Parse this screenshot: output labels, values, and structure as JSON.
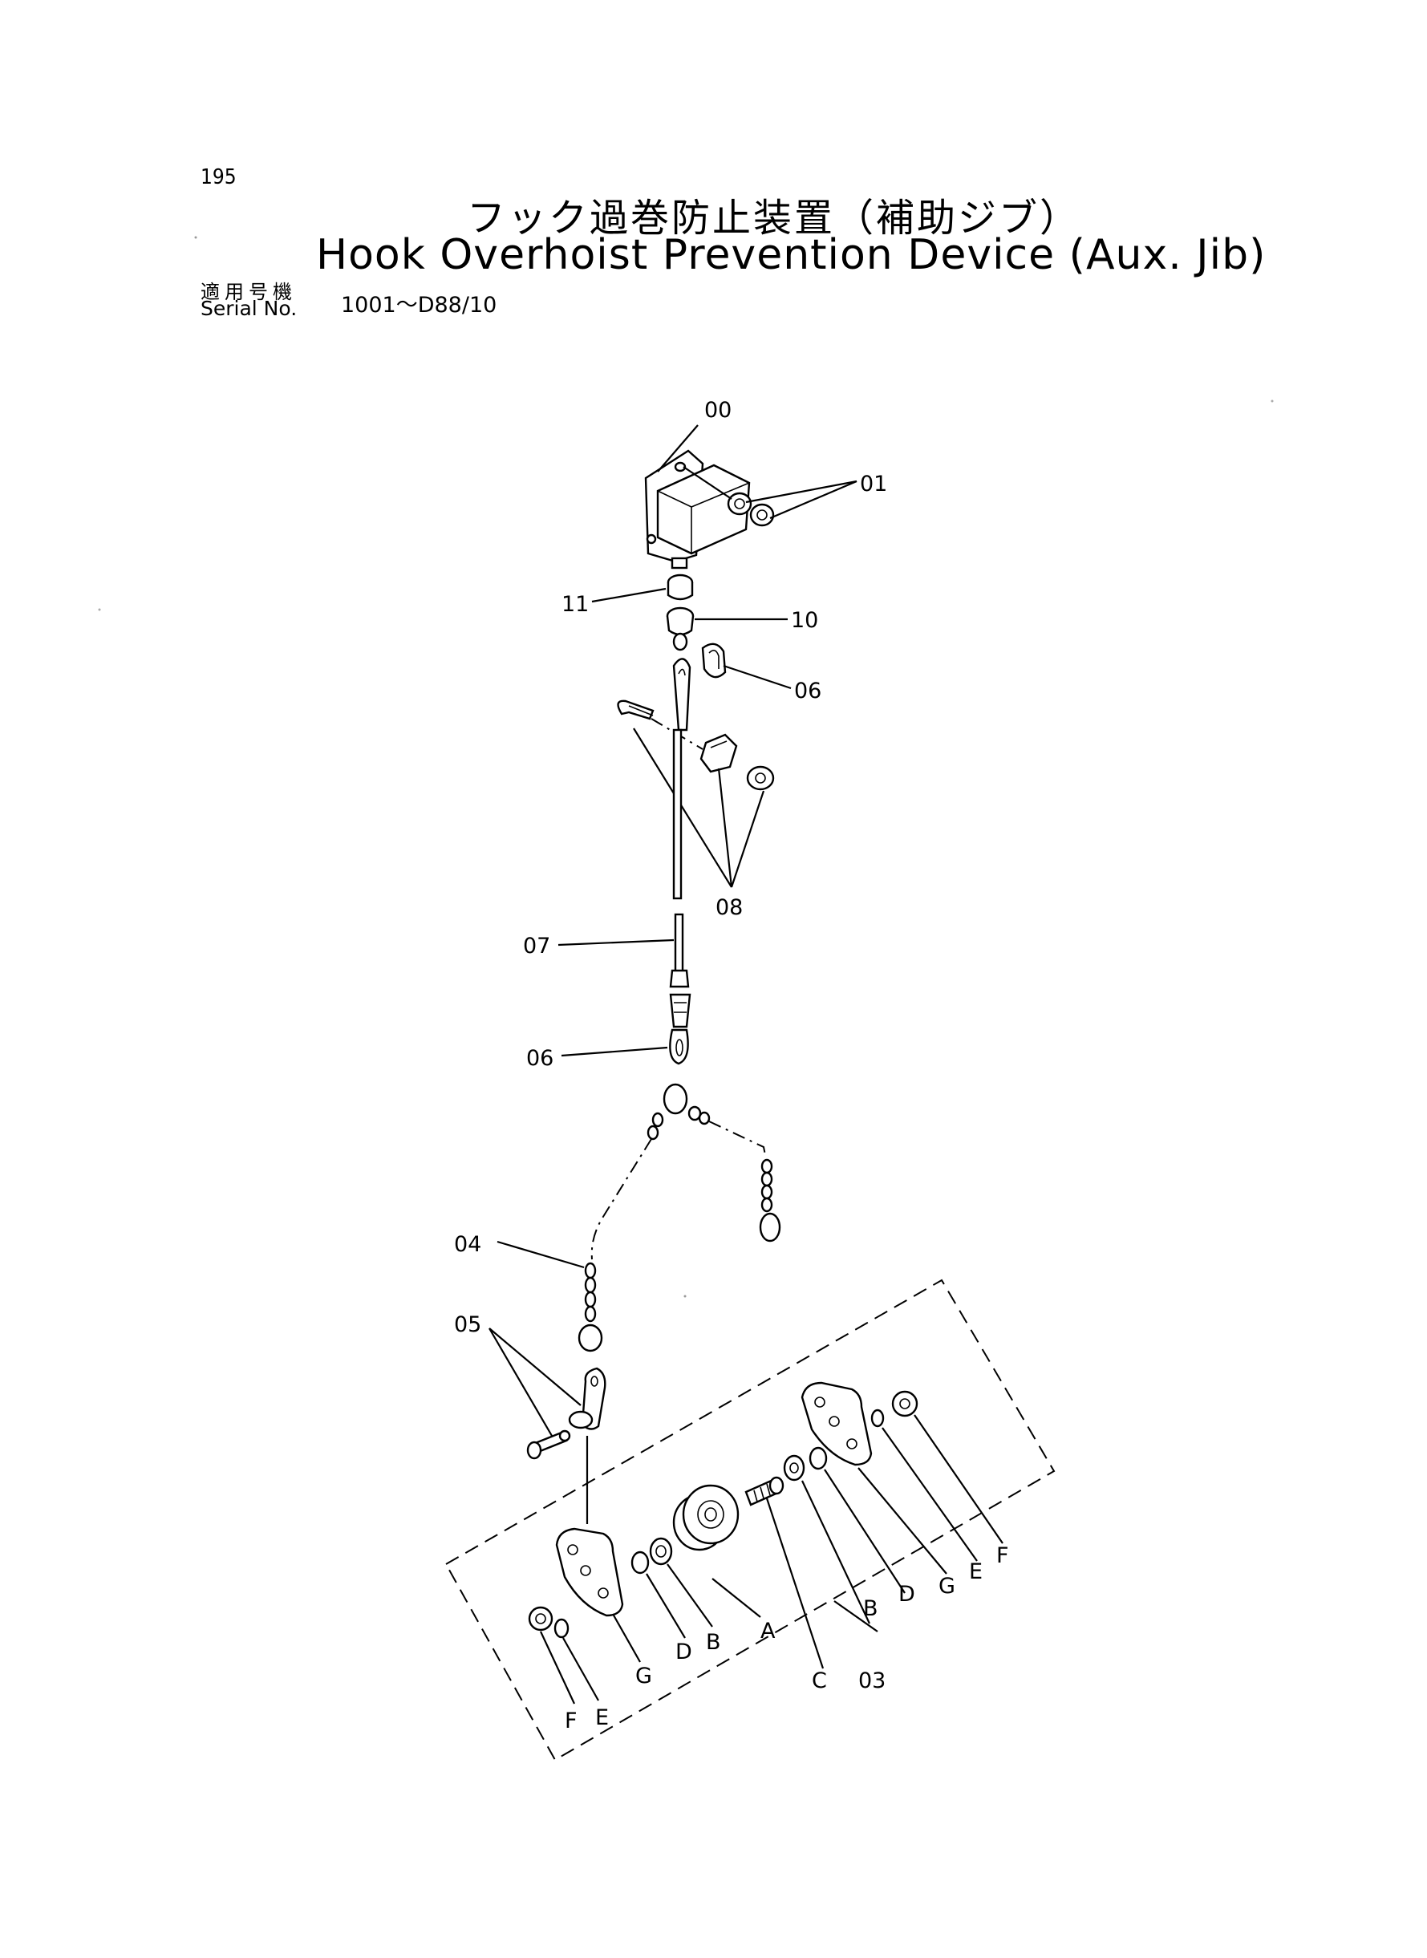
{
  "header": {
    "page_number": "195",
    "title_ja": "フック過巻防止装置（補助ジブ）",
    "title_en": "Hook Overhoist Prevention Device (Aux. Jib)",
    "serial_label_ja": "適用号機",
    "serial_label_en": "Serial No.",
    "serial_value": "1001～D88/10"
  },
  "callouts": {
    "c00": "00",
    "c01": "01",
    "c11": "11",
    "c10": "10",
    "c06a": "06",
    "c08": "08",
    "c07": "07",
    "c06b": "06",
    "c04": "04",
    "c05": "05",
    "c03": "03",
    "A": "A",
    "B1": "B",
    "B2": "B",
    "C": "C",
    "D1": "D",
    "D2": "D",
    "E1": "E",
    "E2": "E",
    "F1": "F",
    "F2": "F",
    "G1": "G",
    "G2": "G"
  }
}
